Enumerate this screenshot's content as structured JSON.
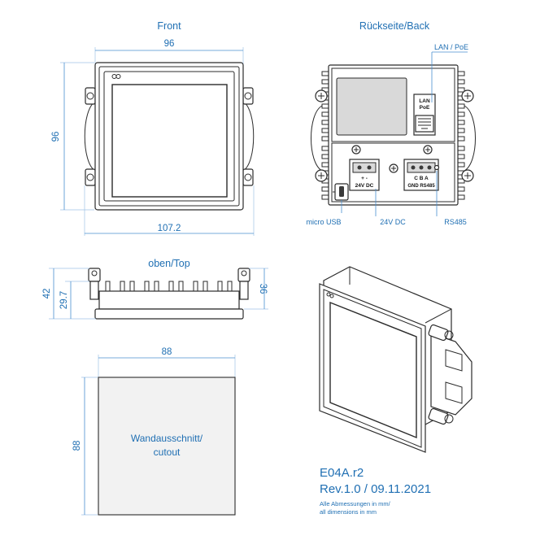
{
  "views": {
    "front": {
      "title": "Front"
    },
    "back": {
      "title": "Rückseite/Back"
    },
    "top": {
      "title": "oben/Top"
    },
    "cutout": {
      "title_line1": "Wandausschnitt/",
      "title_line2": "cutout"
    }
  },
  "dimensions": {
    "front_width": "96",
    "front_height": "96",
    "front_bracket_width": "107.2",
    "top_depth_total": "42",
    "top_depth_front": "29.7",
    "top_depth_body": "36",
    "cutout_width": "88",
    "cutout_height": "88"
  },
  "callouts": {
    "lan_poe": "LAN / PoE",
    "micro_usb": "micro USB",
    "v24dc": "24V DC",
    "rs485": "RS485"
  },
  "connector_labels": {
    "lan_line1": "LAN",
    "lan_line2": "PoE",
    "power_pins": "+ -",
    "power_name": "24V DC",
    "rs485_pins": "C B A",
    "rs485_name": "GND RS485"
  },
  "title_block": {
    "model": "E04A.r2",
    "revision": "Rev.1.0 / 09.11.2021",
    "note_line1": "Alle Abmessungen in mm/",
    "note_line2": "all dimensions in mm"
  }
}
